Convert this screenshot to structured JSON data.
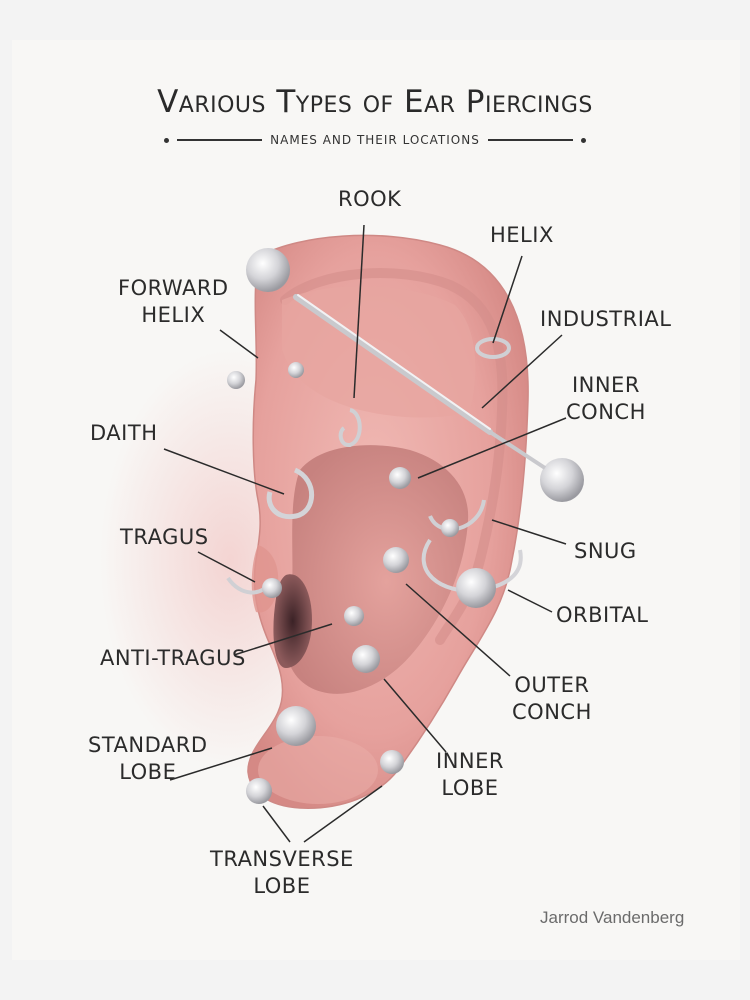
{
  "title": "Various Types of Ear Piercings",
  "subtitle": "Names and their locations",
  "credit": "Jarrod Vandenberg",
  "colors": {
    "paper": "#f7f6f4",
    "skin": "#e8a7a3",
    "skin_shadow": "#c97a78",
    "canal": "#5a3538",
    "metal": "#d9d9dc",
    "ink": "#2b2b2b"
  },
  "labels": {
    "rook": "Rook",
    "helix": "Helix",
    "forward_helix": "Forward\nHelix",
    "industrial": "Industrial",
    "inner_conch": "Inner\nConch",
    "daith": "Daith",
    "snug": "Snug",
    "tragus": "Tragus",
    "orbital": "Orbital",
    "anti_tragus": "Anti-Tragus",
    "outer_conch": "Outer\nConch",
    "standard_lobe": "Standard\nLobe",
    "inner_lobe": "Inner\nLobe",
    "transverse_lobe": "Transverse\nLobe"
  }
}
